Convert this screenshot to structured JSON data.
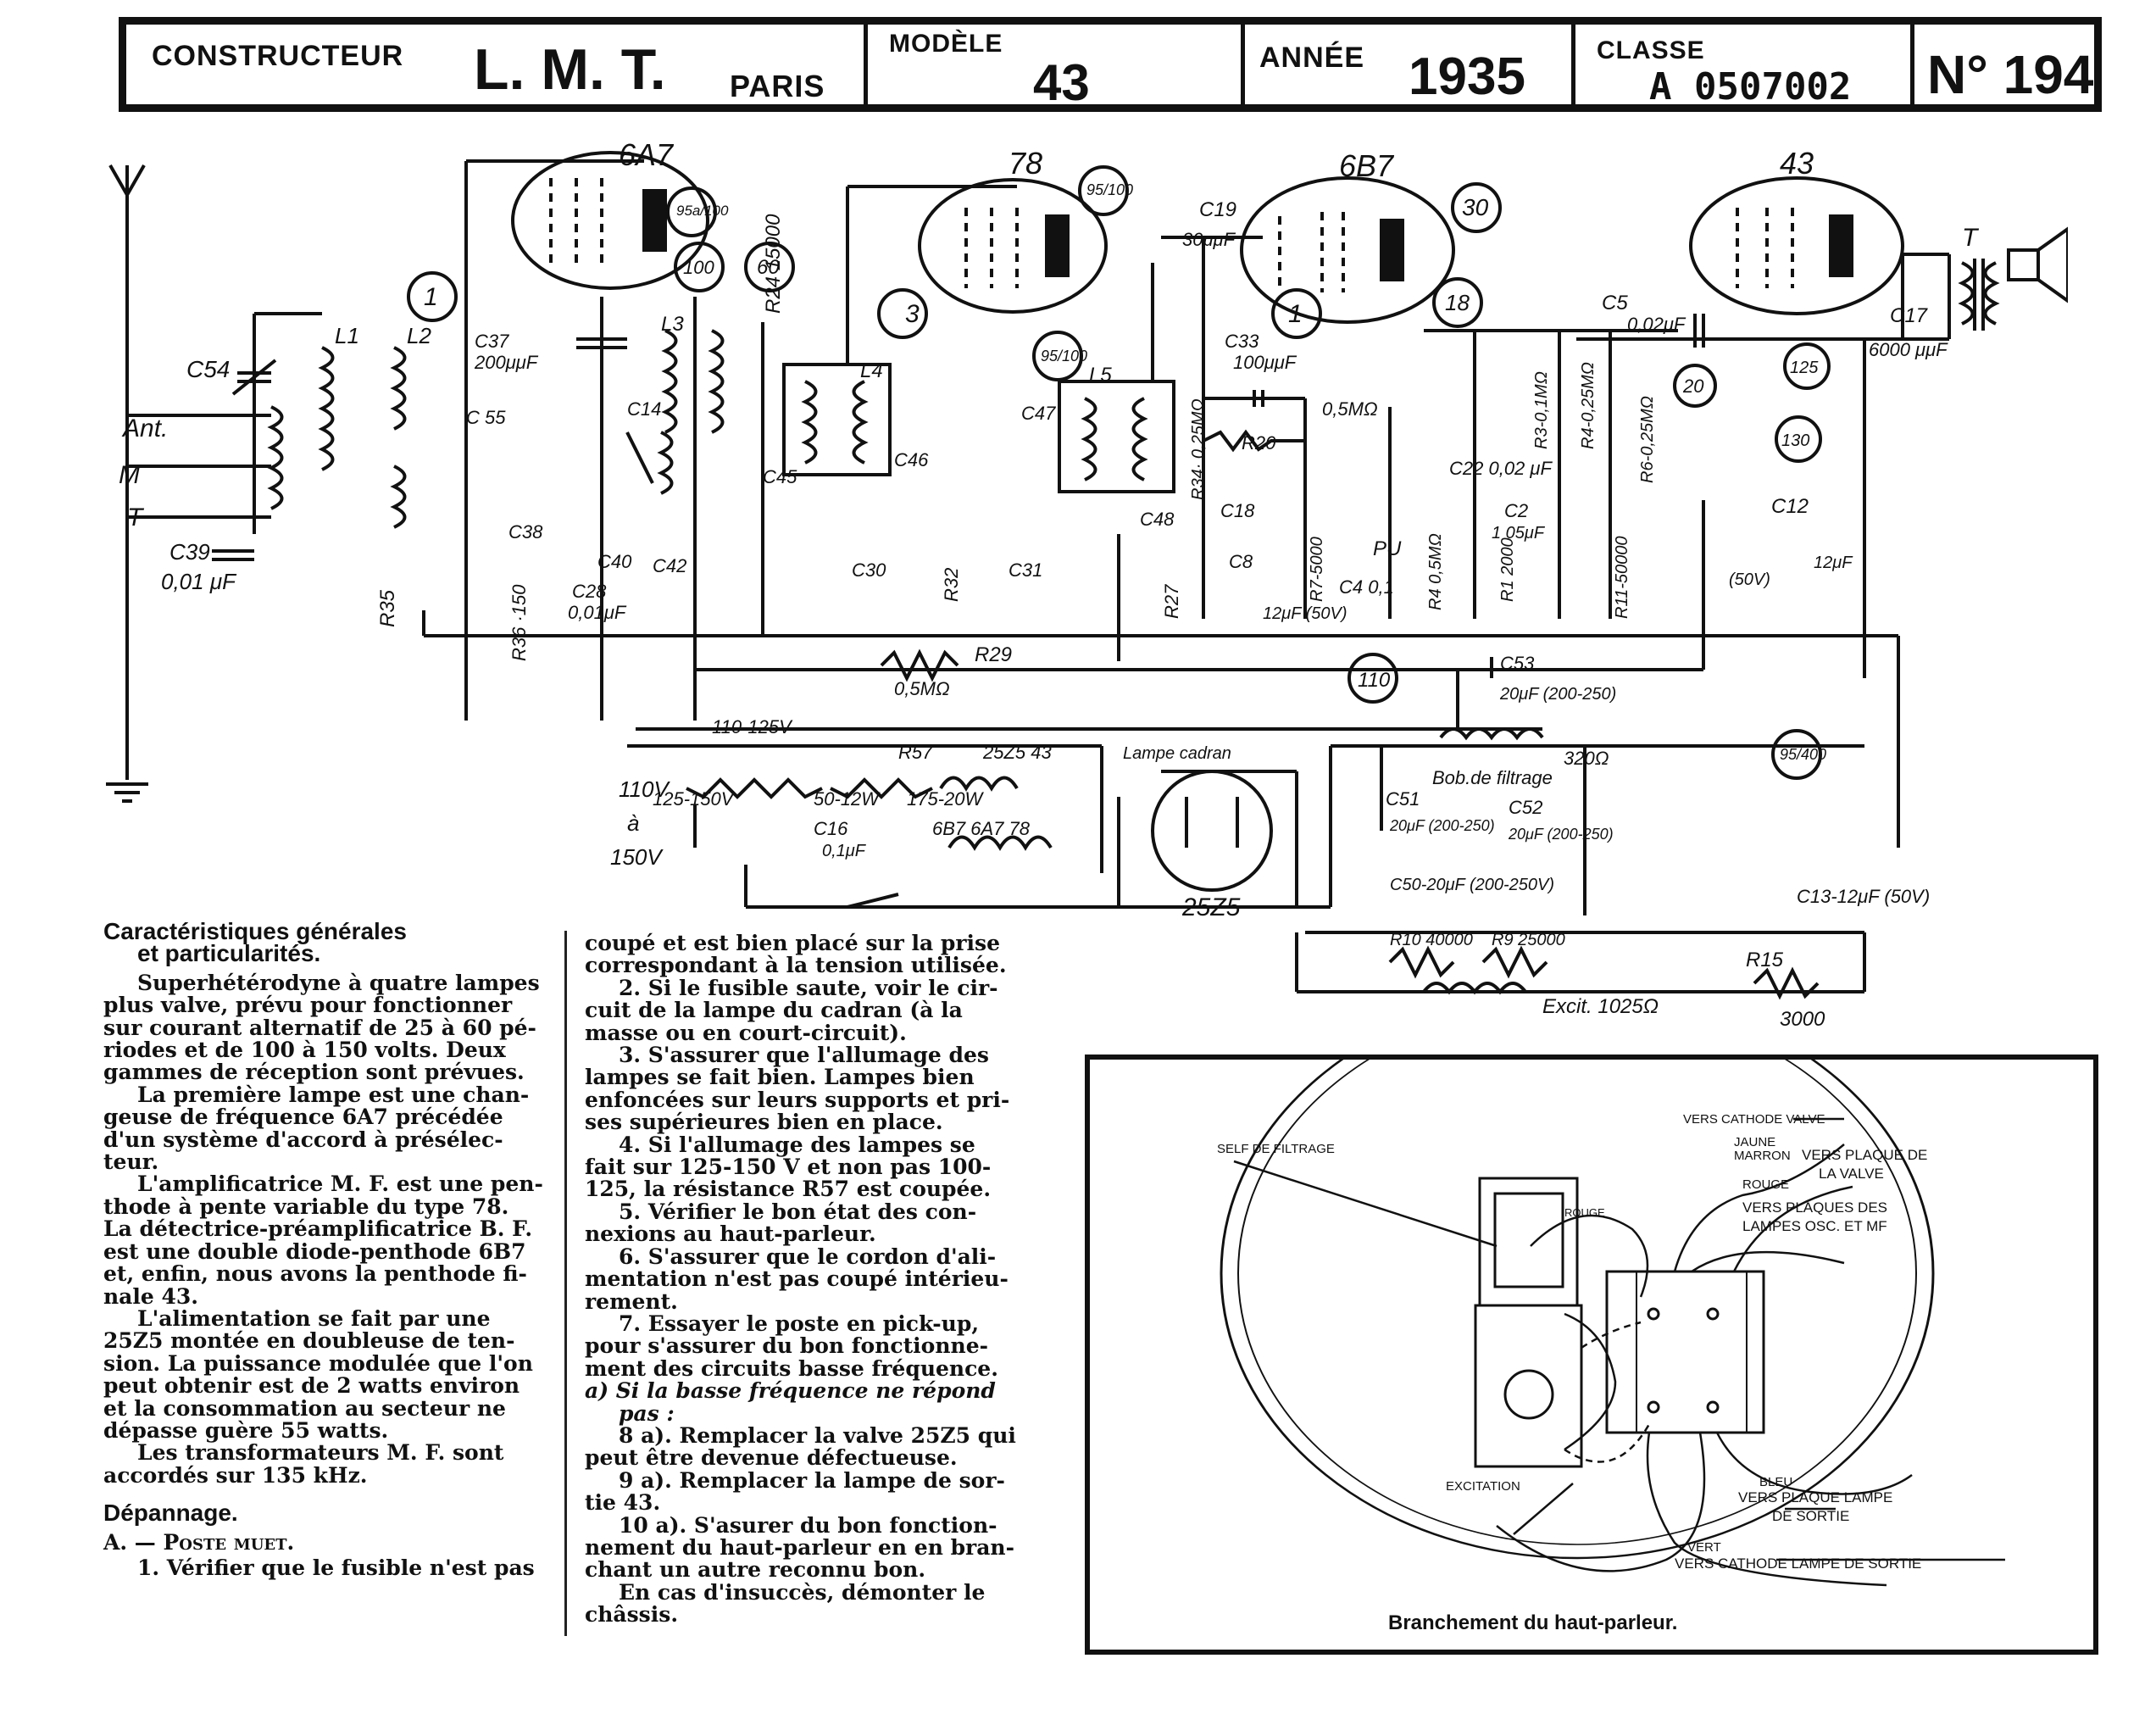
{
  "header": {
    "constructeur_label": "CONSTRUCTEUR",
    "constructeur_value": "L. M. T.",
    "city": "PARIS",
    "modele_label": "MODÈLE",
    "modele_value": "43",
    "annee_label": "ANNÉE",
    "annee_value": "1935",
    "classe_label": "CLASSE",
    "classe_value": "A 0507002",
    "number": "N° 194"
  },
  "schematic": {
    "tubes": [
      "6A7",
      "78",
      "6B7",
      "43",
      "25Z5"
    ],
    "circles": [
      "1",
      "3",
      "1",
      "95a/100",
      "100",
      "60",
      "95/100",
      "95/100",
      "30",
      "18",
      "20",
      "125",
      "130",
      "110",
      "95/400"
    ],
    "labels": {
      "ant": "Ant.",
      "m": "M",
      "t": "T",
      "c54": "C54",
      "l1": "L1",
      "l2": "L2",
      "c37": "C37",
      "c37v": "200μμF",
      "c55": "C 55",
      "c39": "C39",
      "c39v": "0,01 μF",
      "r35": "R35",
      "r36": "R36 ·150",
      "c28": "C28",
      "c28v": "0,01μF",
      "c38": "C38",
      "r24": "R24 15000",
      "l3": "L3",
      "c14": "C14",
      "c40": "C40",
      "c42": "C42",
      "l4": "L4",
      "c45": "C45",
      "c46": "C46",
      "c30": "C30",
      "r32": "R32",
      "c31": "C31",
      "l5": "L5",
      "c47": "C47",
      "c48": "C48",
      "r27": "R27",
      "r27v": "0,5MΩ",
      "c19": "C19",
      "c19v": "30μμF",
      "c33": "C33",
      "c33v": "100μμF",
      "r20": "R20",
      "r20v": "0,5MΩ",
      "r34": "R34· 0,25MΩ",
      "c18": "C18",
      "c8": "C8",
      "c8v": "12μF (50V)",
      "r7": "R7-5000",
      "c4": "C4 0,1",
      "pu": "PU",
      "r4": "R4 0,5MΩ",
      "c22": "C22 0,02 μF",
      "c2": "C2",
      "c2v": "1 05μF",
      "r1": "R1 2000",
      "r3": "R3-0,1MΩ",
      "r4b": "R4-0,25MΩ",
      "c5": "C5",
      "c5v": "0,02μF",
      "r6": "R6-0,25MΩ",
      "c12": "C12",
      "c12v": "12μF",
      "c12w": "(50V)",
      "r11": "R11-50000",
      "c17": "C17",
      "c17v": "6000 μμF",
      "r29": "R29",
      "r29v": "0,5MΩ",
      "c53": "C53",
      "c53v": "20μF (200-250)",
      "v125": "110-125V",
      "v150": "125-150V",
      "r57": "R57",
      "r57a": "50-12W",
      "r57b": "175-20W",
      "heater1": "25Z5 43",
      "heater2": "6B7 6A7 78",
      "c16": "C16",
      "c16v": "0,1μF",
      "lampe": "Lampe cadran",
      "input_v": "110V",
      "input_a": "à",
      "input_b": "150V",
      "bob": "Bob.de filtrage",
      "bob_v": "320Ω",
      "c51": "C51",
      "c51v": "20μF (200-250)",
      "c52": "C52",
      "c52v": "20μF (200-250)",
      "c50": "C50-20μF (200-250V)",
      "r10": "R10 40000",
      "r9": "R9 25000",
      "excit": "Excit. 1025Ω",
      "c13": "C13-12μF (50V)",
      "r15": "R15",
      "r15v": "3000"
    }
  },
  "col1": {
    "heading_line1": "Caractéristiques générales",
    "heading_line2": "et particularités.",
    "lines": [
      "Superhétérodyne à quatre lampes",
      "plus valve, prévu pour fonctionner",
      "sur courant alternatif de 25 à 60 pé-",
      "riodes et de 100 à 150 volts. Deux",
      "gammes de réception sont prévues.",
      "La première lampe est une chan-",
      "geuse de fréquence 6A7 précédée",
      "d'un système d'accord à présélec-",
      "teur.",
      "L'amplificatrice M. F. est une pen-",
      "thode à pente variable du type 78.",
      "La détectrice-préamplificatrice B. F.",
      "est une double diode-penthode 6B7",
      "et, enfin, nous avons la penthode fi-",
      "nale 43.",
      "L'alimentation se fait par une",
      "25Z5 montée en doubleuse de ten-",
      "sion. La puissance modulée que l'on",
      "peut obtenir est de 2 watts environ",
      "et la consommation au secteur ne",
      "dépasse guère 55 watts.",
      "Les transformateurs M. F. sont",
      "accordés sur 135 kHz."
    ],
    "depannage": "Dépannage.",
    "poste_muet": "A. — Poste muet.",
    "item1": "1. Vérifier que le fusible n'est pas"
  },
  "col2": {
    "lines": [
      "coupé et est bien placé sur la prise",
      "correspondant à la tension utilisée.",
      "2. Si le fusible saute, voir le cir-",
      "cuit de la lampe du cadran (à la",
      "masse ou en court-circuit).",
      "3. S'assurer que l'allumage des",
      "lampes se fait bien. Lampes bien",
      "enfoncées sur leurs supports et pri-",
      "ses supérieures bien en place.",
      "4. Si l'allumage des lampes se",
      "fait sur 125-150 V et non pas 100-",
      "125, la résistance R57 est coupée.",
      "5. Vérifier le bon état des con-",
      "nexions au haut-parleur.",
      "6. S'assurer que le cordon d'ali-",
      "mentation n'est pas coupé intérieu-",
      "rement.",
      "7. Essayer le poste en pick-up,",
      "pour s'assurer du bon fonctionne-",
      "ment des circuits basse fréquence.",
      "a) Si la basse fréquence ne répond",
      "pas :",
      "8 a). Remplacer la valve 25Z5 qui",
      "peut être devenue défectueuse.",
      "9 a). Remplacer la lampe de sor-",
      "tie 43.",
      "10 a). S'asurer du bon fonction-",
      "nement du haut-parleur en en bran-",
      "chant un autre reconnu bon.",
      "En cas d'insuccès, démonter le",
      "châssis."
    ]
  },
  "speaker": {
    "caption": "Branchement du haut-parleur.",
    "self": "SELF DE FILTRAGE",
    "vers_cathode_valve": "VERS CATHODE VALVE",
    "jaune": "JAUNE",
    "marron": "MARRON",
    "vers_plaque_valve_1": "VERS PLAQUE DE",
    "vers_plaque_valve_2": "LA VALVE",
    "rouge_a": "ROUGE",
    "rouge_b": "ROUGE",
    "vers_plaques_1": "VERS PLAQUES DES",
    "vers_plaques_2": "LAMPES OSC. ET MF",
    "excitation": "EXCITATION",
    "bleu": "BLEU",
    "vers_plaque_sortie_1": "VERS PLAQUE LAMPE",
    "vers_plaque_sortie_2": "DE SORTIE",
    "vert": "VERT",
    "vers_cathode_sortie": "VERS CATHODE LAMPE DE SORTIE"
  }
}
